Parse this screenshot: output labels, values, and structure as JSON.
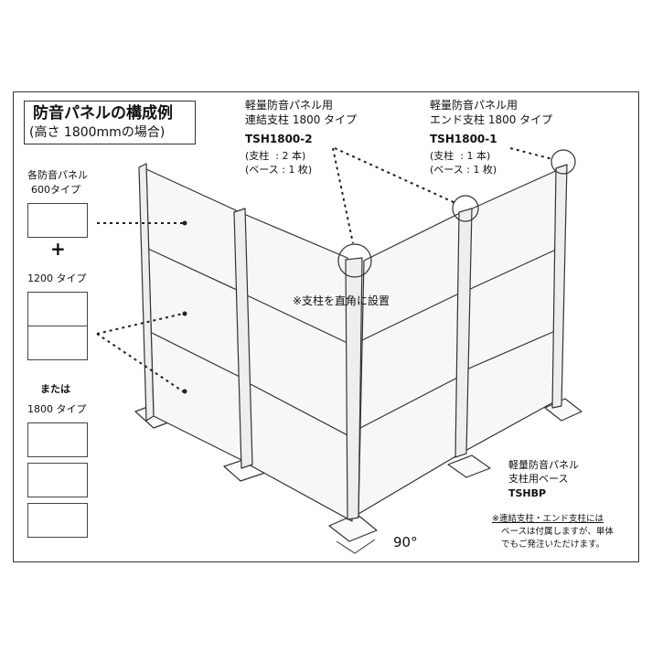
{
  "title": {
    "main": "防音パネルの構成例",
    "sub": "(高さ 1800mmの場合)"
  },
  "legend": {
    "panel_label_1": "各防音パネル",
    "panel_label_2": "600タイプ",
    "plus": "+",
    "type_1200": "1200 タイプ",
    "or": "または",
    "type_1800": "1800 タイプ"
  },
  "connector_post": {
    "name_1": "軽量防音パネル用",
    "name_2": "連結支柱 1800 タイプ",
    "code": "TSH1800-2",
    "spec_1": "(支柱  : 2 本)",
    "spec_2": "(ベース : 1 枚)"
  },
  "end_post": {
    "name_1": "軽量防音パネル用",
    "name_2": "エンド支柱 1800 タイプ",
    "code": "TSH1800-1",
    "spec_1": "(支柱  : 1 本)",
    "spec_2": "(ベース : 1 枚)"
  },
  "corner_note": "※支柱を直角に設置",
  "base": {
    "name_1": "軽量防音パネル",
    "name_2": "支柱用ベース",
    "code": "TSHBP"
  },
  "footnote": {
    "line_1": "※連結支柱・エンド支柱には",
    "line_2": "ベースは付属しますが、単体",
    "line_3": "でもご発注いただけます。"
  },
  "angle": "90°",
  "colors": {
    "line": "#333333",
    "panel_face": "#f7f7f7",
    "post_face": "#eeeeee"
  }
}
